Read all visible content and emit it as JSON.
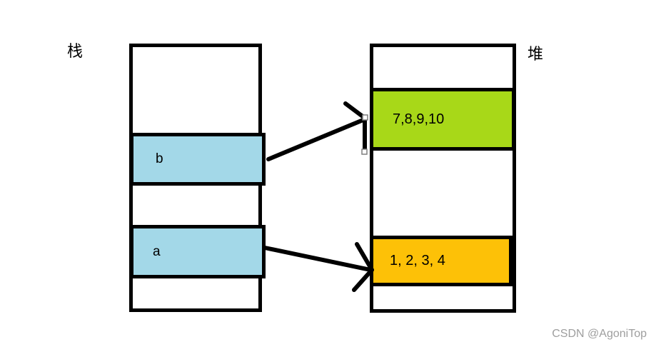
{
  "labels": {
    "stack": "栈",
    "heap": "堆"
  },
  "stack_cells": {
    "b": {
      "text": "b",
      "fill": "#a3d8e8"
    },
    "a": {
      "text": "a",
      "fill": "#a3d8e8"
    }
  },
  "heap_cells": {
    "array1": {
      "text": "7,8,9,10",
      "fill": "#a8d818"
    },
    "array2": {
      "text": "1,  2,  3,  4",
      "fill": "#fdc107"
    }
  },
  "connections": [
    {
      "from": "b",
      "to": "7,8,9,10"
    },
    {
      "from": "a",
      "to": "1, 2, 3, 4"
    }
  ],
  "colors": {
    "outline": "#000000",
    "background": "#ffffff",
    "handle_fill": "#ffffff",
    "handle_border": "#7f7f7f",
    "watermark": "#9e9e9e"
  },
  "watermark": {
    "text": "CSDN @AgoniTop"
  }
}
